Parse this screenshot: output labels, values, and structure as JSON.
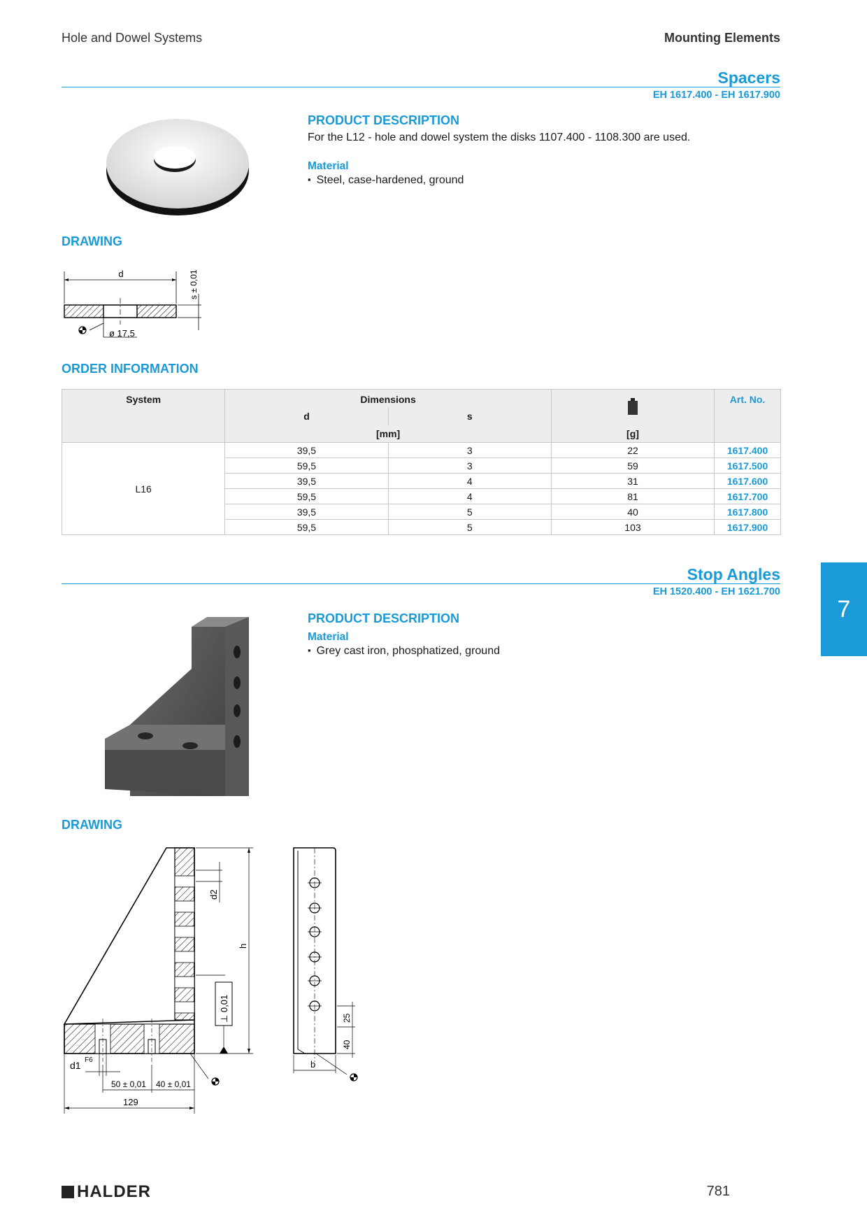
{
  "header": {
    "left": "Hole and Dowel Systems",
    "right": "Mounting Elements"
  },
  "spacers": {
    "title": "Spacers",
    "range": "EH 1617.400 - EH 1617.900",
    "product_description_heading": "PRODUCT DESCRIPTION",
    "description": "For the L12 - hole and dowel system the disks 1107.400 - 1108.300 are used.",
    "material_heading": "Material",
    "material": "Steel, case-hardened, ground",
    "drawing_heading": "DRAWING",
    "drawing_labels": {
      "d": "d",
      "s": "s ± 0,01",
      "dia": "ø 17,5"
    },
    "order_heading": "ORDER INFORMATION",
    "table": {
      "col_system": "System",
      "col_dimensions": "Dimensions",
      "col_d": "d",
      "col_s": "s",
      "unit_mm": "[mm]",
      "unit_g": "[g]",
      "col_artno": "Art. No.",
      "system_value": "L16",
      "rows": [
        {
          "d": "39,5",
          "s": "3",
          "g": "22",
          "art": "1617.400"
        },
        {
          "d": "59,5",
          "s": "3",
          "g": "59",
          "art": "1617.500"
        },
        {
          "d": "39,5",
          "s": "4",
          "g": "31",
          "art": "1617.600"
        },
        {
          "d": "59,5",
          "s": "4",
          "g": "81",
          "art": "1617.700"
        },
        {
          "d": "39,5",
          "s": "5",
          "g": "40",
          "art": "1617.800"
        },
        {
          "d": "59,5",
          "s": "5",
          "g": "103",
          "art": "1617.900"
        }
      ]
    }
  },
  "stop_angles": {
    "title": "Stop Angles",
    "range": "EH 1520.400 - EH 1621.700",
    "product_description_heading": "PRODUCT DESCRIPTION",
    "material_heading": "Material",
    "material": "Grey cast iron, phosphatized, ground",
    "drawing_heading": "DRAWING",
    "drawing_labels": {
      "d2": "d2",
      "h": "h",
      "tol": "⊥ 0,01",
      "d1": "d1",
      "f6": "F6",
      "dim50": "50 ± 0,01",
      "dim40": "40 ± 0,01",
      "dim129": "129",
      "dim25": "25",
      "dim40v": "40",
      "b": "b"
    }
  },
  "side_tab": "7",
  "footer": {
    "logo": "HALDER",
    "page_number": "781"
  },
  "colors": {
    "accent": "#1a9ad6"
  }
}
